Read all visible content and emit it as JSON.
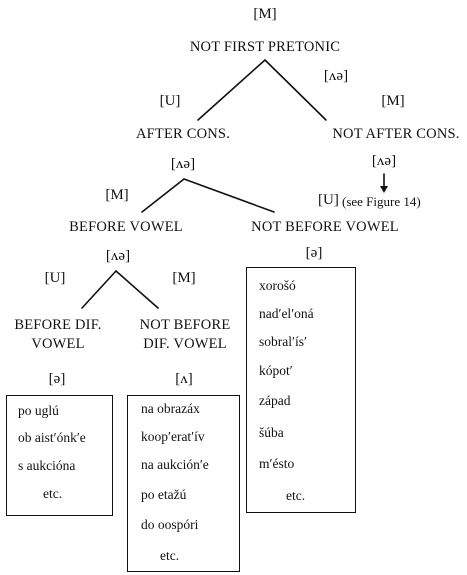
{
  "nodes": {
    "root": {
      "marker": "[M]",
      "label": "NOT FIRST PRETONIC"
    },
    "after_cons": {
      "marker": "[U]",
      "label": "AFTER CONS.",
      "sub_marker": "[ʌə]"
    },
    "not_after_cons": {
      "marker": "[M]",
      "edge_marker": "[ʌə]",
      "label": "NOT AFTER CONS.",
      "sub_marker": "[ʌə]",
      "result": "[U]",
      "note": "(see Figure 14)"
    },
    "before_vowel": {
      "marker": "[M]",
      "label": "BEFORE VOWEL",
      "sub_marker": "[ʌə]"
    },
    "not_before_vowel": {
      "label": "NOT BEFORE VOWEL",
      "sub_marker": "[ə]"
    },
    "before_dif_vowel": {
      "marker": "[U]",
      "label_line1": "BEFORE DIF.",
      "label_line2": "VOWEL",
      "sub_marker": "[ə]"
    },
    "not_before_dif_vowel": {
      "marker": "[M]",
      "label_line1": "NOT BEFORE",
      "label_line2": "DIF. VOWEL",
      "sub_marker": "[ʌ]"
    }
  },
  "examples": {
    "before_dif_vowel": [
      "po uglú",
      "ob aist′ónk′e",
      "s aukcióna",
      "etc."
    ],
    "not_before_dif_vowel": [
      "na obrazáx",
      "koop′erat′ív",
      "na aukción′e",
      "po etažú",
      "do oospóri",
      "etc."
    ],
    "not_before_vowel": [
      "xorošó",
      "nad′el′oná",
      "sobral′ís′",
      "kópot′",
      "západ",
      "šúba",
      "m′ésto",
      "etc."
    ]
  }
}
